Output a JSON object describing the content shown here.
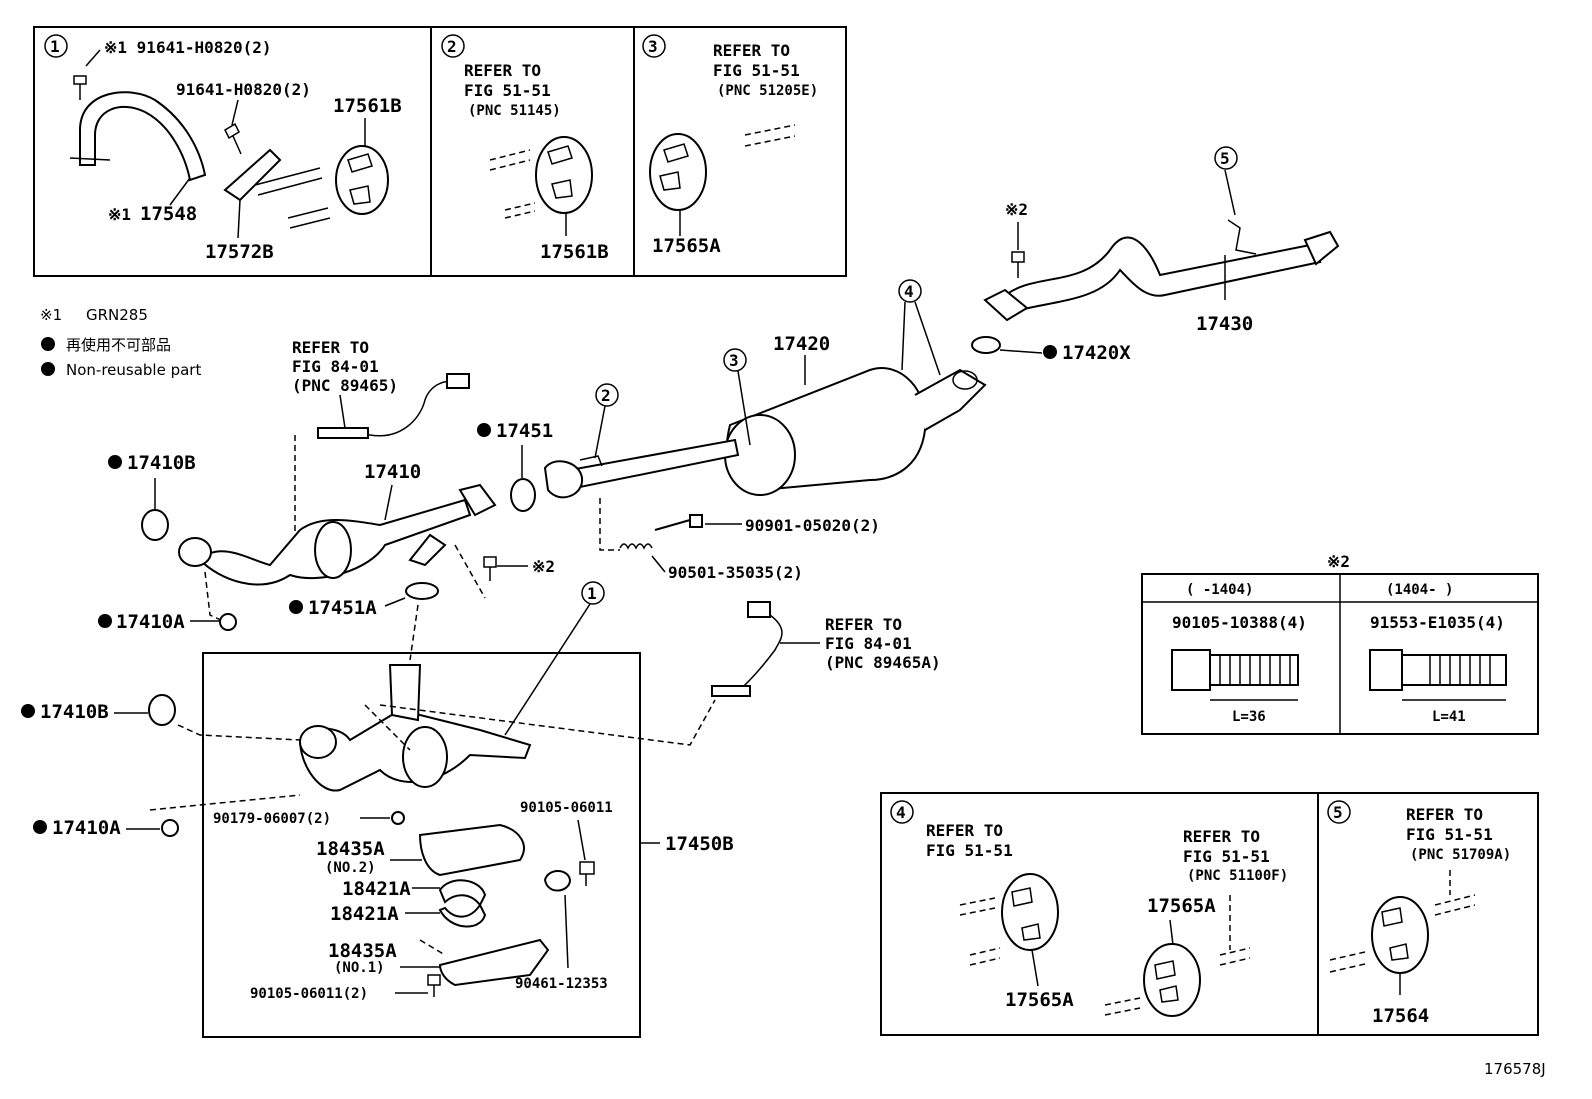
{
  "diagram_id": "176578J",
  "legend": {
    "note_mark": "※1",
    "note_model": "GRN285",
    "non_reusable_jp": "再使用不可部品",
    "non_reusable_en": "Non-reusable part",
    "note2_mark": "※2"
  },
  "inset1": {
    "num": "1",
    "screw_top": "※1 91641-H0820(2)",
    "screw_mid": "91641-H0820(2)",
    "bracket": "17548",
    "bracket_mark": "※1",
    "hanger": "17561B",
    "clamp": "17572B"
  },
  "inset2": {
    "num": "2",
    "refer1": "REFER TO",
    "refer2": "FIG 51-51",
    "pnc": "(PNC 51145)",
    "hanger": "17561B"
  },
  "inset3": {
    "num": "3",
    "refer1": "REFER TO",
    "refer2": "FIG 51-51",
    "pnc": "(PNC 51205E)",
    "hanger": "17565A"
  },
  "inset4": {
    "num": "4",
    "refer_a1": "REFER TO",
    "refer_a2": "FIG 51-51",
    "refer_b1": "REFER TO",
    "refer_b2": "FIG 51-51",
    "pnc_b": "(PNC 51100F)",
    "hanger_a": "17565A",
    "hanger_b": "17565A"
  },
  "inset5": {
    "num": "5",
    "refer1": "REFER TO",
    "refer2": "FIG 51-51",
    "pnc": "(PNC 51709A)",
    "hanger": "17564"
  },
  "bolt_table": {
    "mark": "※2",
    "col1_head": "(      -1404)",
    "col2_head": "(1404-      )",
    "col1_part": "90105-10388(4)",
    "col2_part": "91553-E1035(4)",
    "col1_len": "L=36",
    "col2_len": "L=41"
  },
  "main": {
    "callout1": "1",
    "callout2": "2",
    "callout3": "3",
    "callout4": "4",
    "callout5": "5",
    "tail_pipe": "17430",
    "tail_mark": "※2",
    "gasket_tail": "17420X",
    "muffler": "17420",
    "sensor_ref1": "REFER TO",
    "sensor_ref2": "FIG 84-01",
    "sensor_ref3": "(PNC 89465)",
    "sensor2_ref1": "REFER TO",
    "sensor2_ref2": "FIG 84-01",
    "sensor2_ref3": "(PNC 89465A)",
    "gasket_front": "17451",
    "front_pipe": "17410",
    "gasket_a": "17410B",
    "nut_a": "17410A",
    "gasket_mid": "17451A",
    "bolt_mark": "※2",
    "bolt1": "90901-05020(2)",
    "spring": "90501-35035(2)",
    "gasket_b": "17410B",
    "nut_b": "17410A",
    "assy": "17450B",
    "nut_small": "90179-06007(2)",
    "bolt_small": "90105-06011",
    "insul2": "18435A",
    "insul2_no": "(NO.2)",
    "clamp1": "18421A",
    "clamp2": "18421A",
    "insul1": "18435A",
    "insul1_no": "(NO.1)",
    "bolt_small2": "90105-06011(2)",
    "clamp_part": "90461-12353"
  }
}
